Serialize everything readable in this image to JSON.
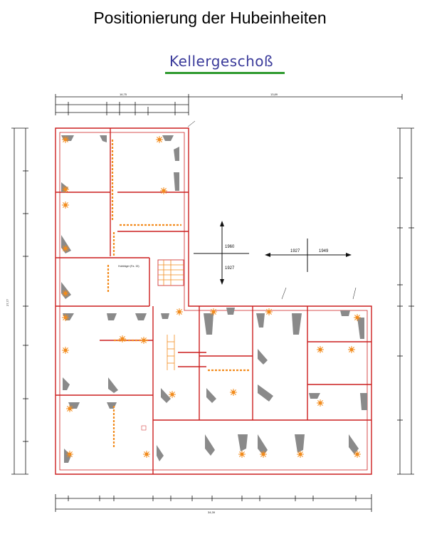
{
  "title": "Positionierung der Hubeinheiten",
  "floor": {
    "label": "Kellergeschoß",
    "underline_color": "#2e9a2e"
  },
  "colors": {
    "walls": "#cc1f1f",
    "beams": "#f28c1e",
    "text": "#111111"
  },
  "axes": {
    "horizontal_left": "1927",
    "horizontal_right": "1949",
    "vertical_top": "1960",
    "vertical_bottom": "1927"
  },
  "stairs": {
    "label": "Hubträger (Fa. 15)"
  },
  "dimensions": {
    "top_overall": "16,75",
    "top_right": "13,89",
    "bottom_overall": "34,39",
    "left_overall": "27,77"
  },
  "icons": [
    "north-arrow-icon",
    "lifting-unit-icon"
  ]
}
